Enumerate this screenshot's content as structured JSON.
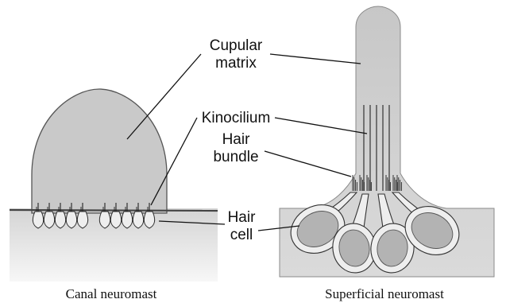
{
  "labels": {
    "cupular_matrix_line1": "Cupular",
    "cupular_matrix_line2": "matrix",
    "kinocilium": "Kinocilium",
    "hair_bundle_line1": "Hair",
    "hair_bundle_line2": "bundle",
    "hair_cell_line1": "Hair",
    "hair_cell_line2": "cell"
  },
  "captions": {
    "left": "Canal neuromast",
    "right": "Superficial neuromast"
  },
  "colors": {
    "tissue_light": "#f1f1f1",
    "tissue_dark": "#d2d2d2",
    "cupula": "#c9c9c9",
    "cupula_stroke": "#555555",
    "superficial_body": "#c4c4c4",
    "cell_fill": "#eeeeee",
    "nucleus": "#b3b3b3",
    "outline": "#333333"
  }
}
